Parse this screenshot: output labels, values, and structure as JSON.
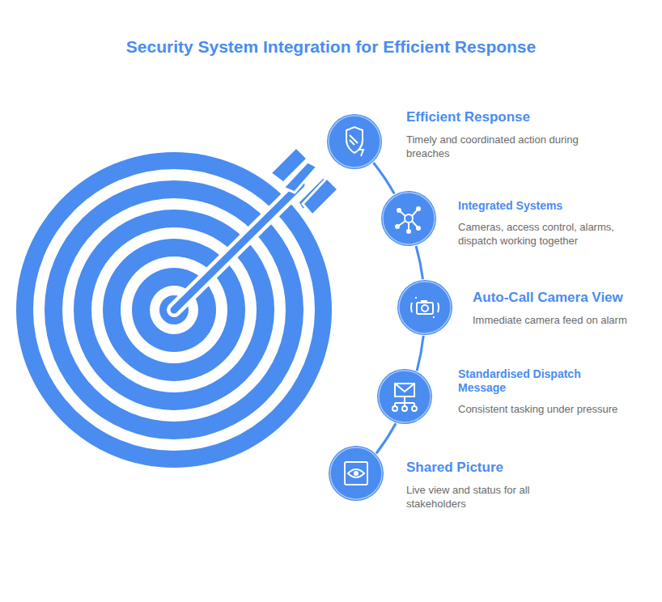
{
  "diagram": {
    "title": "Security System Integration for Efficient Response",
    "nodes": [
      {
        "text": [
          "Efficient Response",
          "Timely and coordinated action during breaches"
        ]
      },
      {
        "text": [
          "Integrated Systems",
          "Cameras, access control, alarms, dispatch working together"
        ]
      },
      {
        "text": [
          "Auto-Call Camera View",
          "Immediate camera feed on alarm"
        ]
      },
      {
        "text": [
          "Standardised Dispatch Message",
          "Consistent tasking under pressure"
        ]
      },
      {
        "text": [
          "Shared Picture",
          "Live view and status for all stakeholders"
        ]
      }
    ],
    "edges": [
      {
        "from": 0,
        "to": 1,
        "arrow": "none"
      },
      {
        "from": 1,
        "to": 2,
        "arrow": "none"
      },
      {
        "from": 2,
        "to": 3,
        "arrow": "none"
      },
      {
        "from": 3,
        "to": 4,
        "arrow": "none"
      }
    ]
  }
}
